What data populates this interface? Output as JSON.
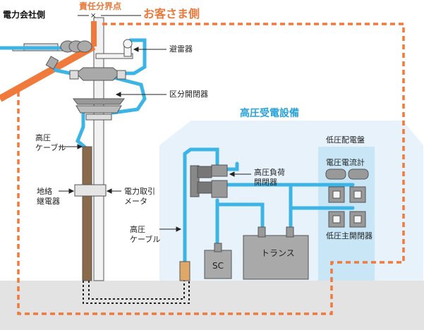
{
  "labels": {
    "company_side": "電力会社側",
    "boundary_point": "責任分界点",
    "customer_side": "お客さま側",
    "lightning_arrester": "避雷器",
    "section_switch": "区分開閉器",
    "facility_title": "高圧受電設備",
    "hv_cable_left": "高圧\nケーブル",
    "ground_relay": "地絡\n継電器",
    "power_meter": "電力取引\nメータ",
    "hv_load_switch": "高圧負荷\n開閉器",
    "hv_cable_right": "高圧\nケーブル",
    "lv_panel": "低圧配電盤",
    "voltmeter_ammeter": "電圧電流計",
    "lv_main_switch": "低圧主開閉器",
    "sc": "SC",
    "transformer": "トランス"
  },
  "colors": {
    "boundary_orange": "#ef7a3c",
    "cable_blue": "#3db4e6",
    "building_fill": "#e7f2fa",
    "ground_fill": "#e3e3e3"
  }
}
